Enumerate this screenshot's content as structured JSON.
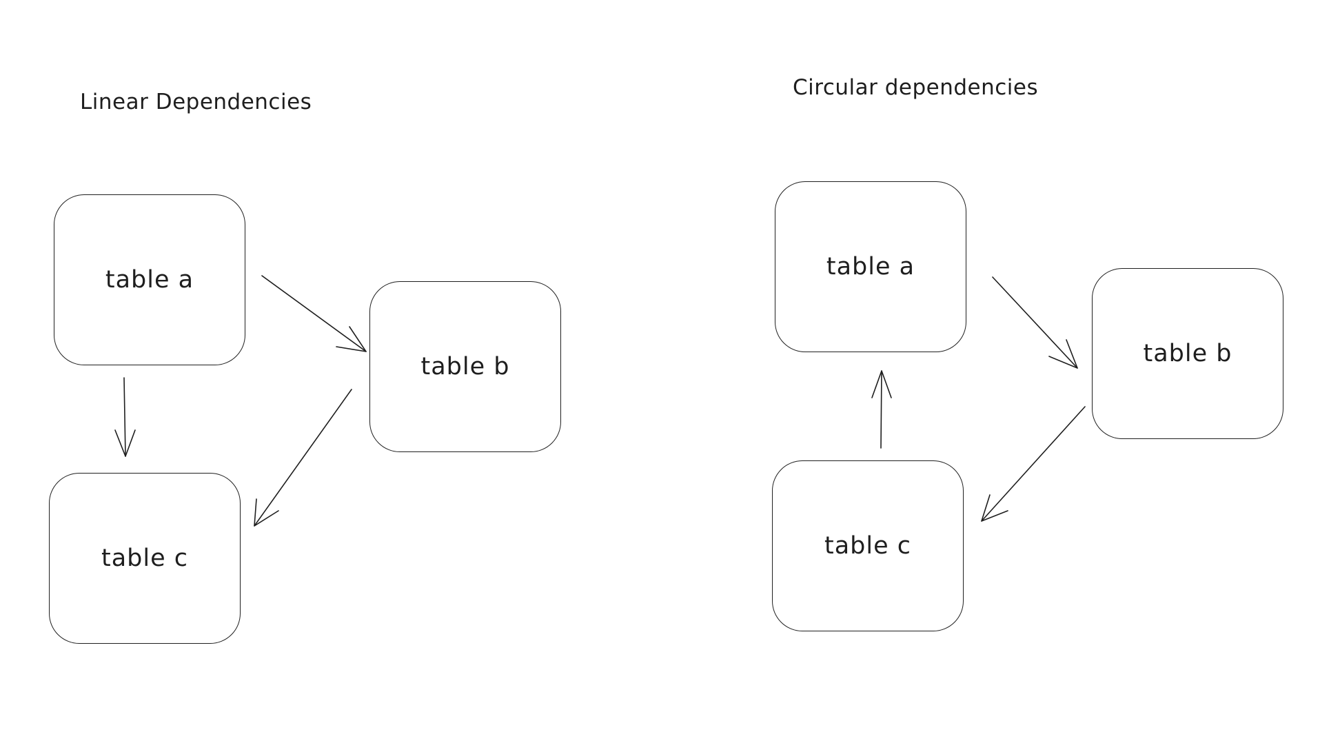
{
  "linear": {
    "title": "Linear Dependencies",
    "nodes": {
      "a": "table a",
      "b": "table b",
      "c": "table c"
    }
  },
  "circular": {
    "title": "Circular dependencies",
    "nodes": {
      "a": "table a",
      "b": "table b",
      "c": "table c"
    }
  },
  "colors": {
    "stroke": "#1e1e1e",
    "background": "#ffffff"
  }
}
